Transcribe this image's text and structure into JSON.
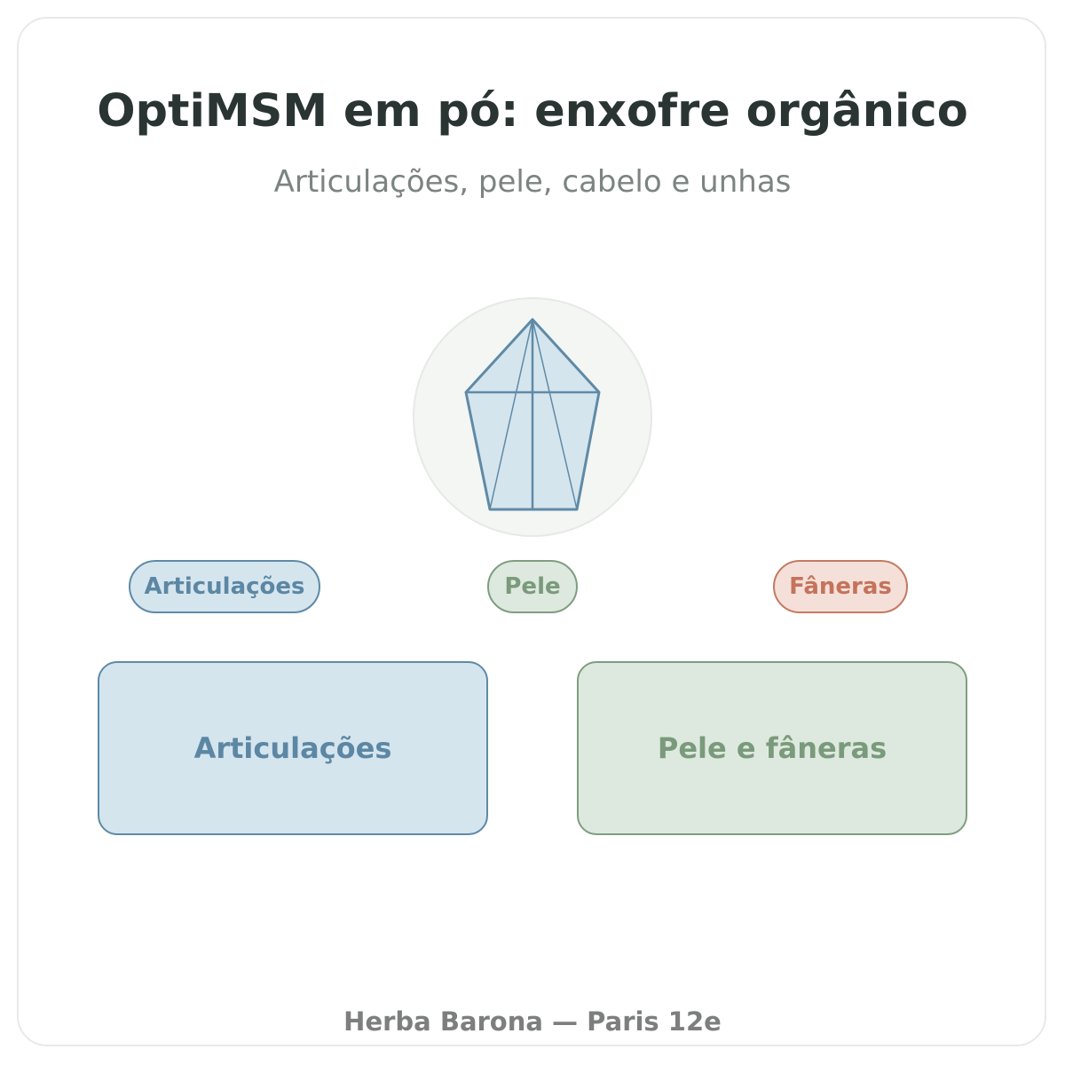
{
  "header": {
    "title": "OptiMSM em pó: enxofre orgânico",
    "subtitle": "Articulações, pele, cabelo e unhas"
  },
  "icon": "crystal-icon",
  "tags": [
    {
      "label": "Articulações"
    },
    {
      "label": "Pele"
    },
    {
      "label": "Fâneras"
    }
  ],
  "cards": [
    {
      "label": "Articulações"
    },
    {
      "label": "Pele e fâneras"
    }
  ],
  "footer": {
    "text": "Herba Barona — Paris 12e"
  },
  "colors": {
    "blue": "#5f8aa6",
    "blue_fill": "#d5e5ee",
    "green": "#7f9d81",
    "green_fill": "#dde9de",
    "orange": "#c47a63",
    "orange_fill": "#f5e0d9",
    "title": "#2a3533"
  }
}
